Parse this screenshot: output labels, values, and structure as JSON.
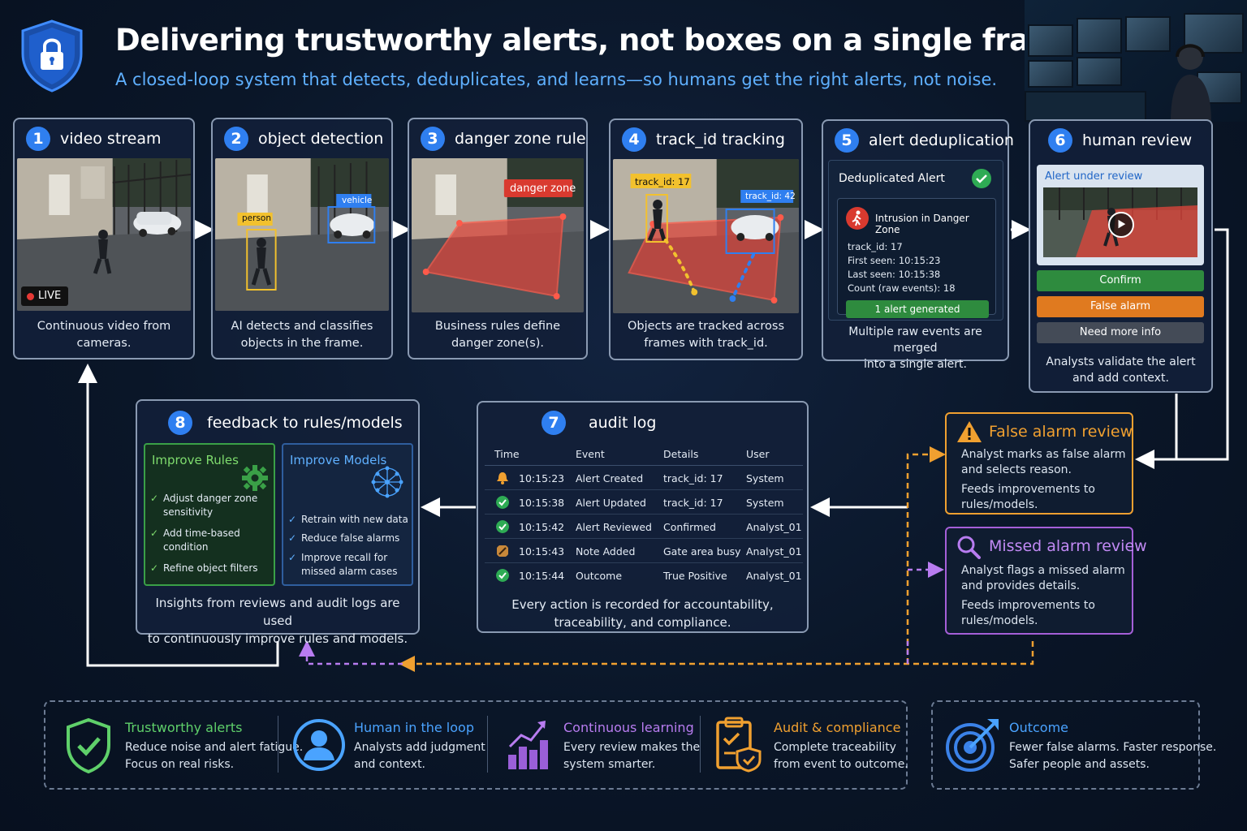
{
  "header": {
    "title": "Delivering trustworthy alerts, not boxes on a single frame.",
    "subtitle": "A closed-loop system that detects, deduplicates, and learns—so humans get the right alerts, not noise."
  },
  "steps": [
    {
      "num": "1",
      "title": "video stream",
      "badge": "LIVE",
      "desc1": "Continuous video from",
      "desc2": "cameras."
    },
    {
      "num": "2",
      "title": "object detection",
      "label_person": "person",
      "label_vehicle": "vehicle",
      "desc1": "AI detects and classifies",
      "desc2": "objects in the frame."
    },
    {
      "num": "3",
      "title": "danger zone rule",
      "label_zone": "danger zone",
      "desc1": "Business rules define",
      "desc2": "danger zone(s)."
    },
    {
      "num": "4",
      "title": "track_id tracking",
      "label_t17": "track_id: 17",
      "label_t42": "track_id: 42",
      "desc1": "Objects are tracked across",
      "desc2": "frames with track_id."
    },
    {
      "num": "5",
      "title": "alert deduplication",
      "desc1": "Multiple raw events are merged",
      "desc2": "into a single alert."
    },
    {
      "num": "6",
      "title": "human review",
      "desc1": "Analysts validate the alert",
      "desc2": "and add context."
    }
  ],
  "dedup": {
    "panel_title": "Deduplicated Alert",
    "alert_name": "Intrusion in Danger Zone",
    "track": "track_id: 17",
    "first_seen": "First seen: 10:15:23",
    "last_seen": "Last seen: 10:15:38",
    "count": "Count (raw events): 18",
    "generated": "1 alert generated"
  },
  "review": {
    "panel_title": "Alert under review",
    "confirm": "Confirm",
    "false_alarm": "False alarm",
    "need_info": "Need more info"
  },
  "audit": {
    "num": "7",
    "title": "audit log",
    "columns": [
      "Time",
      "Event",
      "Details",
      "User"
    ],
    "rows": [
      {
        "time": "10:15:23",
        "event": "Alert Created",
        "details": "track_id: 17",
        "user": "System",
        "icon": "bell-icon"
      },
      {
        "time": "10:15:38",
        "event": "Alert Updated",
        "details": "track_id: 17",
        "user": "System",
        "icon": "check-icon"
      },
      {
        "time": "10:15:42",
        "event": "Alert Reviewed",
        "details": "Confirmed",
        "user": "Analyst_01",
        "icon": "check-icon"
      },
      {
        "time": "10:15:43",
        "event": "Note Added",
        "details": "Gate area busy",
        "user": "Analyst_01",
        "icon": "note-icon"
      },
      {
        "time": "10:15:44",
        "event": "Outcome",
        "details": "True Positive",
        "user": "Analyst_01",
        "icon": "check-icon"
      }
    ],
    "desc1": "Every action is recorded for accountability,",
    "desc2": "traceability, and compliance."
  },
  "feedback": {
    "num": "8",
    "title": "feedback to rules/models",
    "rules_title": "Improve Rules",
    "rules": [
      "Adjust danger zone",
      "sensitivity",
      "Add time-based",
      "condition",
      "Refine object filters"
    ],
    "models_title": "Improve Models",
    "models": [
      "Retrain with new data",
      "Reduce false alarms",
      "Improve recall for",
      "missed alarm cases"
    ],
    "desc1": "Insights from reviews and audit logs are used",
    "desc2": "to continuously improve rules and models."
  },
  "false_review": {
    "title": "False alarm review",
    "l1": "Analyst marks as false alarm",
    "l2": "and selects reason.",
    "l3": "Feeds improvements to",
    "l4": "rules/models."
  },
  "missed_review": {
    "title": "Missed alarm review",
    "l1": "Analyst flags a missed alarm",
    "l2": "and provides details.",
    "l3": "Feeds improvements to",
    "l4": "rules/models."
  },
  "benefits": [
    {
      "title": "Trustworthy alerts",
      "l1": "Reduce noise and alert fatigue.",
      "l2": "Focus on real risks.",
      "color": "#5fd06a"
    },
    {
      "title": "Human in the loop",
      "l1": "Analysts add judgment",
      "l2": "and context.",
      "color": "#4aa3ff"
    },
    {
      "title": "Continuous learning",
      "l1": "Every review makes the",
      "l2": "system smarter.",
      "color": "#b87cf0"
    },
    {
      "title": "Audit & compliance",
      "l1": "Complete traceability",
      "l2": "from event to outcome.",
      "color": "#f0a030"
    }
  ],
  "outcome": {
    "title": "Outcome",
    "l1": "Fewer false alarms. Faster response.",
    "l2": "Safer people and assets.",
    "color": "#4aa3ff"
  },
  "colors": {
    "accent_blue": "#2f7ff0",
    "orange": "#f0a030",
    "purple": "#b87cf0",
    "green": "#5fd06a"
  }
}
